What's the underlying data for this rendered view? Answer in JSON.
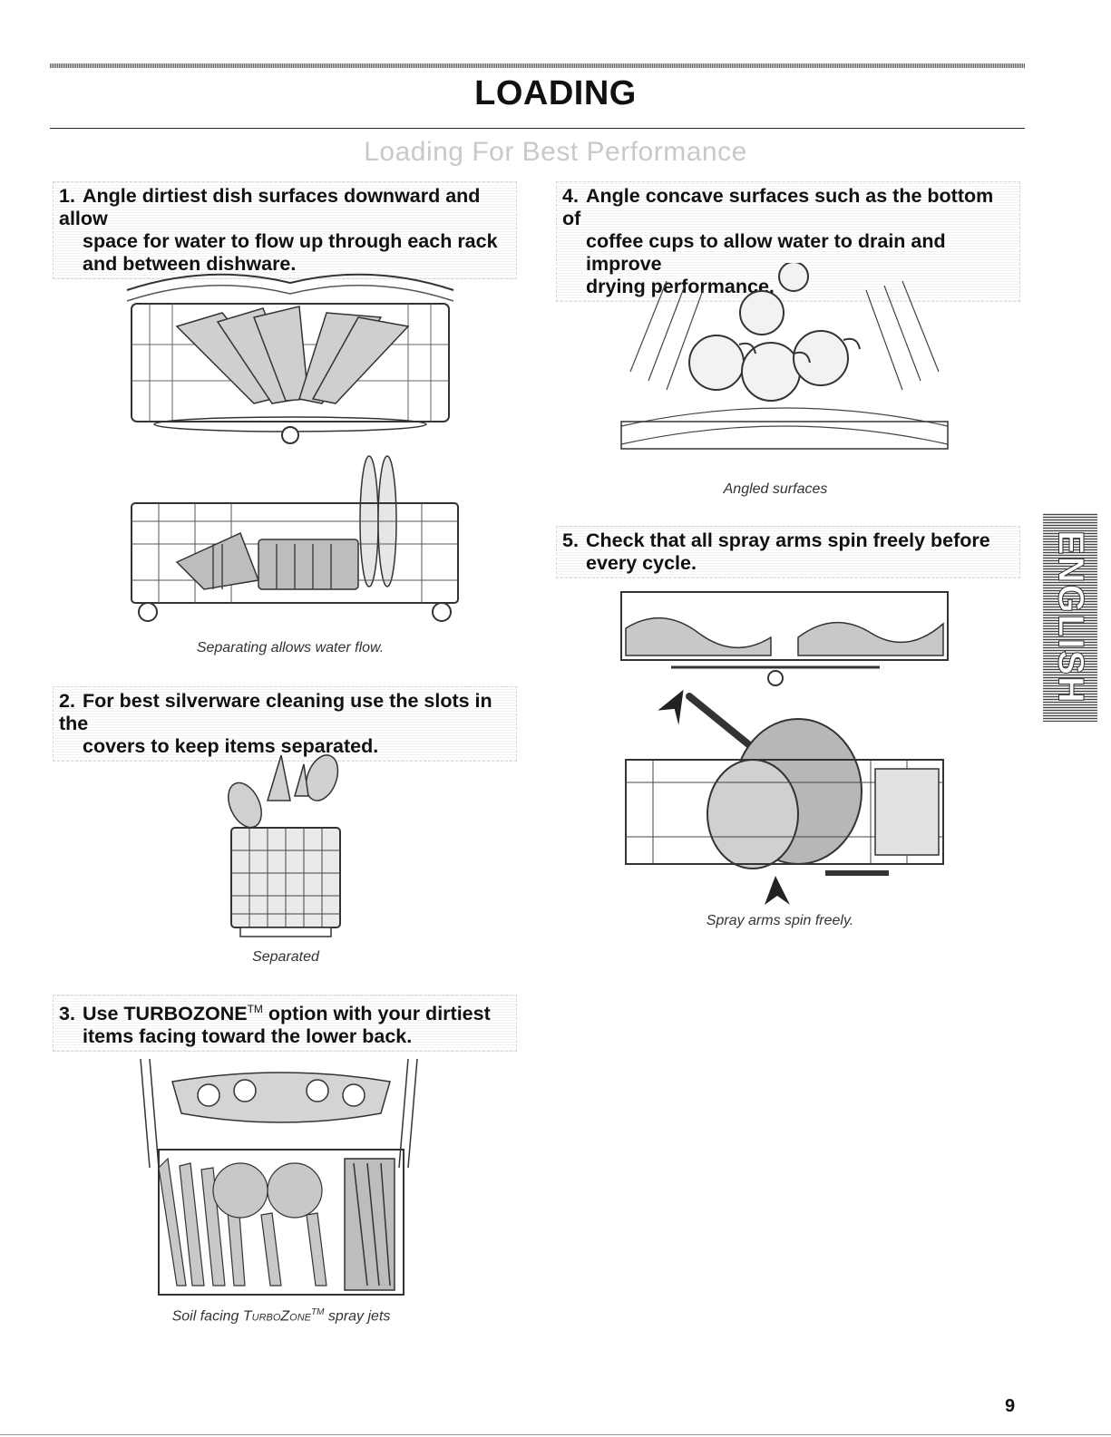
{
  "page": {
    "title": "LOADING",
    "section_title": "Loading For Best Performance",
    "side_tab": "ENGLISH",
    "page_number": "9"
  },
  "steps": [
    {
      "num": "1.",
      "line1": "Angle dirtiest dish surfaces downward and allow",
      "line2": "space for water to flow up through each rack",
      "line3": "and between dishware."
    },
    {
      "num": "2.",
      "line1": "For best silverware cleaning use the slots in the",
      "line2": "covers to keep items separated."
    },
    {
      "num": "3.",
      "line1_pre": "Use ",
      "line1_brand": "TURBOZONE",
      "line1_tm": "TM",
      "line1_post": " option with your dirtiest",
      "line2": "items facing toward the lower back."
    },
    {
      "num": "4.",
      "line1": "Angle concave surfaces such as the bottom of",
      "line2": "coffee cups to allow water to drain and improve",
      "line3": "drying performance."
    },
    {
      "num": "5.",
      "line1": "Check that all spray arms spin freely before",
      "line2": "every cycle."
    }
  ],
  "captions": {
    "separating": "Separating allows water flow.",
    "separated": "Separated",
    "soil_pre": "Soil facing ",
    "soil_brand": "TurboZone",
    "soil_tm": "TM",
    "soil_post": " spray jets",
    "angled": "Angled surfaces",
    "spray": "Spray arms spin freely."
  }
}
